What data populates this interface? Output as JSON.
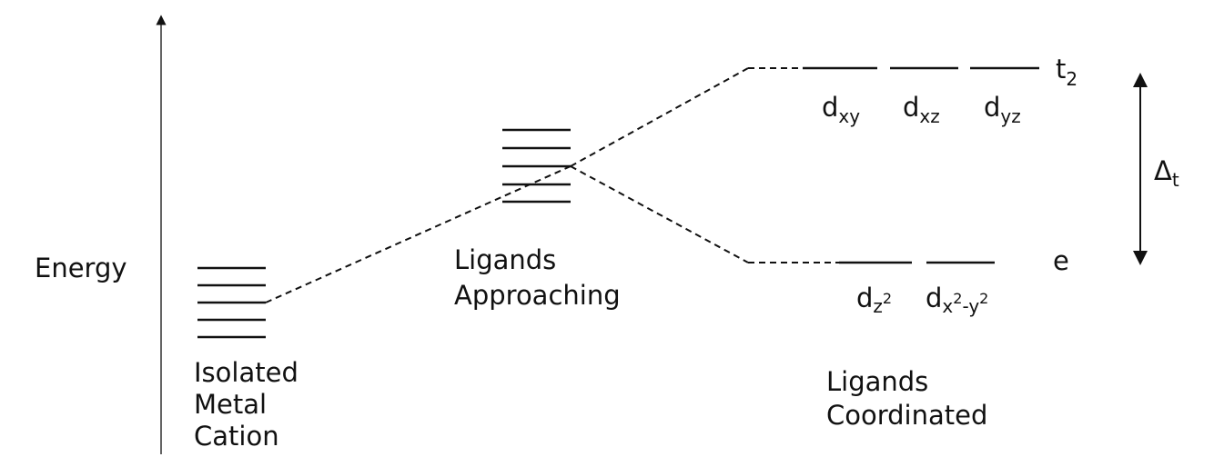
{
  "axis": {
    "label": "Energy"
  },
  "stages": {
    "isolated": {
      "line1": "Isolated",
      "line2": "Metal",
      "line3": "Cation"
    },
    "approaching": {
      "line1": "Ligands",
      "line2": "Approaching"
    },
    "coordinated": {
      "line1": "Ligands",
      "line2": "Coordinated"
    }
  },
  "sets": {
    "upper": {
      "main": "t",
      "sub": "2"
    },
    "lower": {
      "main": "e"
    }
  },
  "orbitals": {
    "dxy": {
      "main": "d",
      "sub": "xy"
    },
    "dxz": {
      "main": "d",
      "sub": "xz"
    },
    "dyz": {
      "main": "d",
      "sub": "yz"
    },
    "dz2": {
      "main": "d",
      "sub": "z",
      "sup": "2"
    },
    "dx2y2": {
      "main": "d",
      "sub1": "x",
      "sup1": "2",
      "mid": "-y",
      "sup2": "2"
    }
  },
  "splitting": {
    "main": "Δ",
    "sub": "t"
  }
}
